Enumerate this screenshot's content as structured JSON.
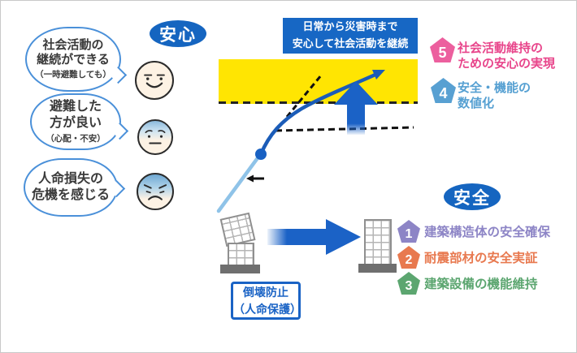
{
  "colors": {
    "primary_blue": "#1a63c5",
    "band_yellow": "#ffe502",
    "pink": "#e8458b",
    "light_blue": "#56a0d2",
    "purple": "#8d85c6",
    "orange": "#e8794f",
    "green": "#5ca670",
    "curve_blue": "#1b5cb8",
    "pale_blue": "#8fc3e8"
  },
  "anshin_label": "安心",
  "anzen_label": "安全",
  "banner": {
    "line1": "日常から災害時まで",
    "line2": "安心して社会活動を継続"
  },
  "bubbles": [
    {
      "line1": "社会活動の",
      "line2": "継続ができる",
      "note": "（一時避難しても）"
    },
    {
      "line1": "避難した",
      "line2": "方が良い",
      "note": "（心配・不安）"
    },
    {
      "line1": "人命損失の",
      "line2": "危機を感じる"
    }
  ],
  "goals_top": [
    {
      "num": "5",
      "line1": "社会活動維持の",
      "line2": "ための安心の実現"
    },
    {
      "num": "4",
      "line1": "安全・機能の",
      "line2": "数値化"
    }
  ],
  "goals_bottom": [
    {
      "num": "1",
      "text": "建築構造体の安全確保"
    },
    {
      "num": "2",
      "text": "耐震部材の安全実証"
    },
    {
      "num": "3",
      "text": "建築設備の機能維持"
    }
  ],
  "collapse_box": {
    "line1": "倒壊防止",
    "line2": "（人命保護）"
  }
}
